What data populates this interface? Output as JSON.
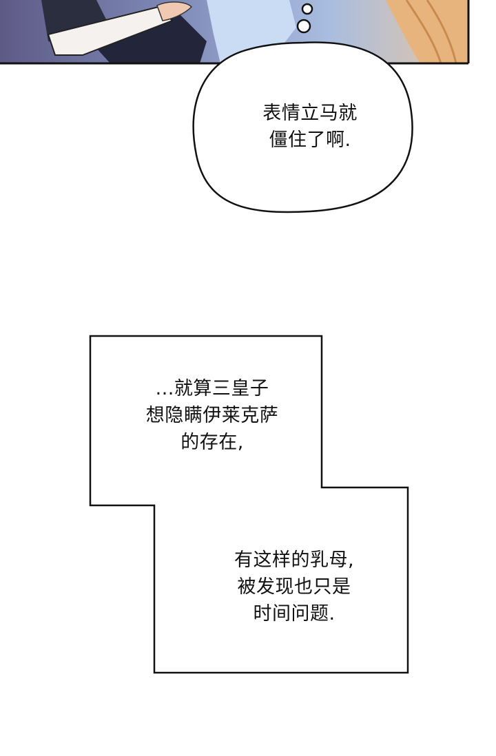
{
  "page": {
    "background_color": "#ffffff",
    "ink_color": "#111111"
  },
  "top_panel": {
    "illustration": "anime-characters-embracing",
    "colors": {
      "sky": "#8fa3c7",
      "left_bg": "#6f5d88",
      "dark_clothing": "#2b2e3f",
      "white_sleeve": "#f4f1ee",
      "skin": "#f1c9b3",
      "light_blue_dress": "#c9dcf3",
      "blonde_hair": "#e8b47d"
    }
  },
  "speech_bubble": {
    "lines": [
      "表情立马就",
      "僵住了啊."
    ]
  },
  "narration_box": {
    "part1_lines": [
      "...就算三皇子",
      "想隐瞒伊莱克萨",
      "的存在,"
    ],
    "part2_lines": [
      "有这样的乳母,",
      "被发现也只是",
      "时间问题."
    ]
  }
}
